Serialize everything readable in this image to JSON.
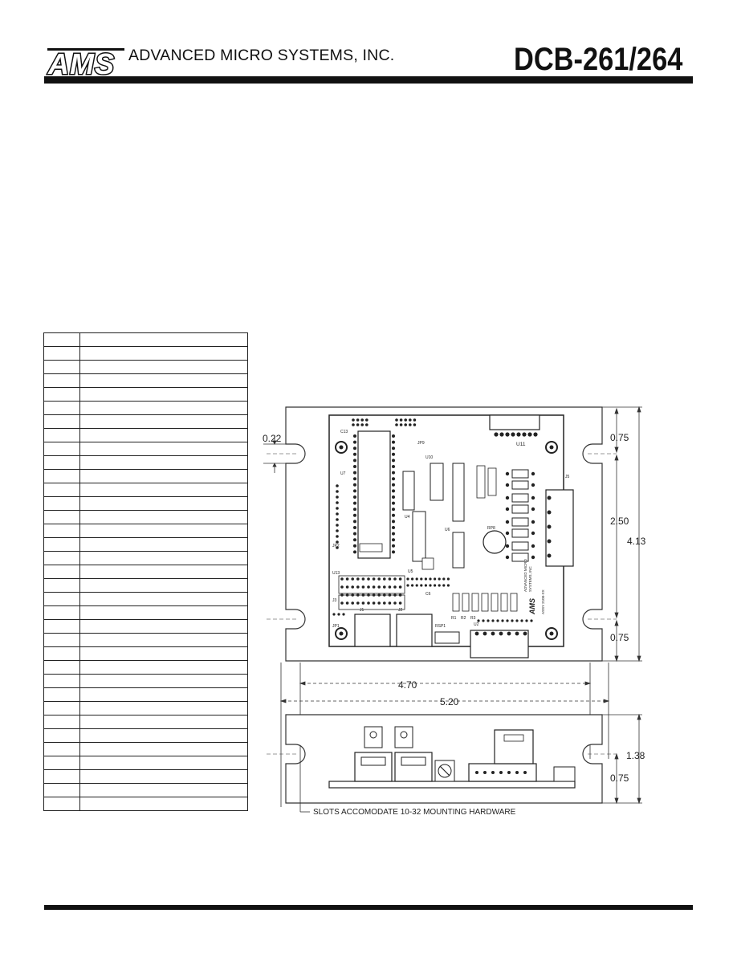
{
  "header": {
    "logo_text": "AMS",
    "company": "ADVANCED MICRO SYSTEMS, INC.",
    "model": "DCB-261/264"
  },
  "pin_table": {
    "row_count": 35,
    "columns": [
      "",
      ""
    ]
  },
  "drawing": {
    "dimensions": {
      "hole_offset": "0.22",
      "top_margin": "0.75",
      "hole_spacing": "2.50",
      "total_height": "4.13",
      "bottom_margin": "0.75",
      "slot_span": "4.70",
      "total_width": "5.20",
      "side_height": "1.38",
      "side_margin": "0.75"
    },
    "mounting_note": "SLOTS ACCOMODATE 10-32 MOUNTING HARDWARE",
    "board_labels": {
      "u11": "U11",
      "rsp1": "RSP1",
      "rp8": "RP8",
      "j5": "J5",
      "u7": "U7",
      "u4": "U4",
      "u5": "U5",
      "u6": "U6",
      "u10": "U10",
      "u13": "U13",
      "u2": "U2",
      "j1": "J1",
      "j2": "J2",
      "j3": "J3",
      "c13": "C13",
      "c6": "C6",
      "jp1": "JP1",
      "jp2": "JP2",
      "jp9": "JP9",
      "r1": "R1",
      "r2": "R2",
      "r3": "R3",
      "ams": "AMS",
      "ams_company": "ADVANCED MICRO",
      "ams_systems": "SYSTEMS, INC",
      "part_number": "ASSY 2100-XX"
    }
  }
}
